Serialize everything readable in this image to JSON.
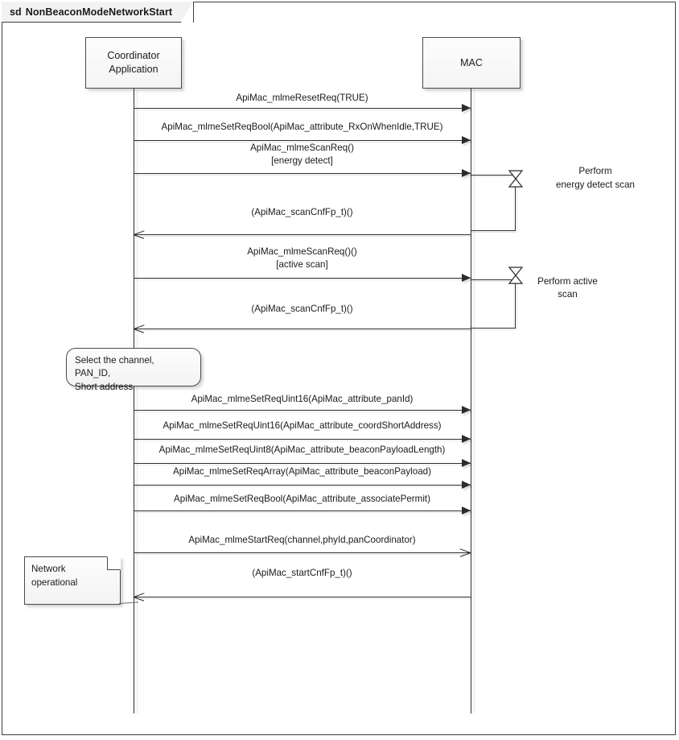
{
  "diagram": {
    "kind_keyword": "sd",
    "title": "NonBeaconModeNetworkStart",
    "type": "uml-sequence-diagram"
  },
  "lifelines": [
    {
      "id": "coordinator",
      "label_line1": "Coordinator",
      "label_line2": "Application"
    },
    {
      "id": "mac",
      "label_line1": "MAC",
      "label_line2": ""
    }
  ],
  "messages": [
    {
      "id": "m1",
      "text": "ApiMac_mlmeResetReq(TRUE)",
      "from": "coordinator",
      "to": "mac",
      "arrow": "filled"
    },
    {
      "id": "m2",
      "text": "ApiMac_mlmeSetReqBool(ApiMac_attribute_RxOnWhenIdle,TRUE)",
      "from": "coordinator",
      "to": "mac",
      "arrow": "filled"
    },
    {
      "id": "m3",
      "text": "ApiMac_mlmeScanReq()",
      "text2": "[energy detect]",
      "from": "coordinator",
      "to": "mac",
      "arrow": "filled"
    },
    {
      "id": "m4",
      "text": "(ApiMac_scanCnfFp_t)()",
      "from": "mac",
      "to": "coordinator",
      "arrow": "open"
    },
    {
      "id": "m5",
      "text": "ApiMac_mlmeScanReq()()",
      "text2": "[active scan]",
      "from": "coordinator",
      "to": "mac",
      "arrow": "filled"
    },
    {
      "id": "m6",
      "text": "(ApiMac_scanCnfFp_t)()",
      "from": "mac",
      "to": "coordinator",
      "arrow": "open"
    },
    {
      "id": "m7",
      "text": "ApiMac_mlmeSetReqUint16(ApiMac_attribute_panId)",
      "from": "coordinator",
      "to": "mac",
      "arrow": "filled"
    },
    {
      "id": "m8",
      "text": "ApiMac_mlmeSetReqUint16(ApiMac_attribute_coordShortAddress)",
      "from": "coordinator",
      "to": "mac",
      "arrow": "filled"
    },
    {
      "id": "m9",
      "text": "ApiMac_mlmeSetReqUint8(ApiMac_attribute_beaconPayloadLength)",
      "from": "coordinator",
      "to": "mac",
      "arrow": "filled"
    },
    {
      "id": "m10",
      "text": "ApiMac_mlmeSetReqArray(ApiMac_attribute_beaconPayload)",
      "from": "coordinator",
      "to": "mac",
      "arrow": "filled"
    },
    {
      "id": "m11",
      "text": "ApiMac_mlmeSetReqBool(ApiMac_attribute_associatePermit)",
      "from": "coordinator",
      "to": "mac",
      "arrow": "filled"
    },
    {
      "id": "m12",
      "text": "ApiMac_mlmeStartReq(channel,phyId,panCoordinator)",
      "from": "coordinator",
      "to": "mac",
      "arrow": "open"
    },
    {
      "id": "m13",
      "text": "(ApiMac_startCnfFp_t)()",
      "from": "mac",
      "to": "coordinator",
      "arrow": "open"
    }
  ],
  "actions": [
    {
      "id": "a1",
      "label_line1": "Perform",
      "label_line2": "energy detect scan",
      "icon": "hourglass-icon",
      "on": "mac"
    },
    {
      "id": "a2",
      "label_line1": "Perform active",
      "label_line2": "scan",
      "icon": "hourglass-icon",
      "on": "mac"
    }
  ],
  "notes": [
    {
      "id": "n1",
      "shape": "rounded",
      "text": "Select the channel,\nPAN_ID,\nShort address",
      "attached_to": "coordinator"
    },
    {
      "id": "n2",
      "shape": "folded-corner",
      "text": "Network\noperational",
      "attached_to": "coordinator"
    }
  ],
  "colors": {
    "line": "#2b2b2b",
    "box_border": "#4a4a4a",
    "box_fill": "#f6f6f6",
    "frame_border": "#3d3d3d",
    "tab_fill": "#f2f2f2",
    "background": "#ffffff"
  }
}
